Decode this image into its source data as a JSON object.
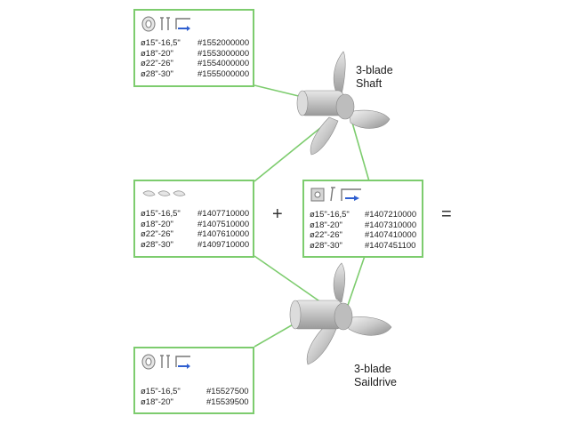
{
  "colors": {
    "connector": "#7dcc6e",
    "arrow": "#2f5fd0"
  },
  "shaft_kit": {
    "icons": [
      "hub-ring-icon",
      "bolt-pair-icon",
      "allen-key-icon"
    ],
    "rows": [
      {
        "size": "ø15\"-16,5\"",
        "part": "#1552000000"
      },
      {
        "size": "ø18\"-20\"",
        "part": "#1553000000"
      },
      {
        "size": "ø22\"-26\"",
        "part": "#1554000000"
      },
      {
        "size": "ø28\"-30\"",
        "part": "#1555000000"
      }
    ]
  },
  "blade_kit": {
    "icons": [
      "blade-set-icon"
    ],
    "rows": [
      {
        "size": "ø15\"-16,5\"",
        "part": "#1407710000"
      },
      {
        "size": "ø18\"-20\"",
        "part": "#1407510000"
      },
      {
        "size": "ø22\"-26\"",
        "part": "#1407610000"
      },
      {
        "size": "ø28\"-30\"",
        "part": "#1409710000"
      }
    ]
  },
  "hub_kit": {
    "icons": [
      "hub-block-icon",
      "pin-icon",
      "allen-key-icon"
    ],
    "rows": [
      {
        "size": "ø15\"-16,5\"",
        "part": "#1407210000"
      },
      {
        "size": "ø18\"-20\"",
        "part": "#1407310000"
      },
      {
        "size": "ø22\"-26\"",
        "part": "#1407410000"
      },
      {
        "size": "ø28\"-30\"",
        "part": "#1407451100"
      }
    ]
  },
  "saildrive_kit": {
    "icons": [
      "hub-ring-icon",
      "bolt-pair-icon",
      "allen-key-icon"
    ],
    "rows": [
      {
        "size": "ø15\"-16,5\"",
        "part": "#15527500"
      },
      {
        "size": "ø18\"-20\"",
        "part": "#15539500"
      }
    ]
  },
  "labels": {
    "shaft_line1": "3-blade",
    "shaft_line2": "Shaft",
    "saildrive_line1": "3-blade",
    "saildrive_line2": "Saildrive"
  },
  "operators": {
    "plus": "+",
    "equals": "="
  }
}
